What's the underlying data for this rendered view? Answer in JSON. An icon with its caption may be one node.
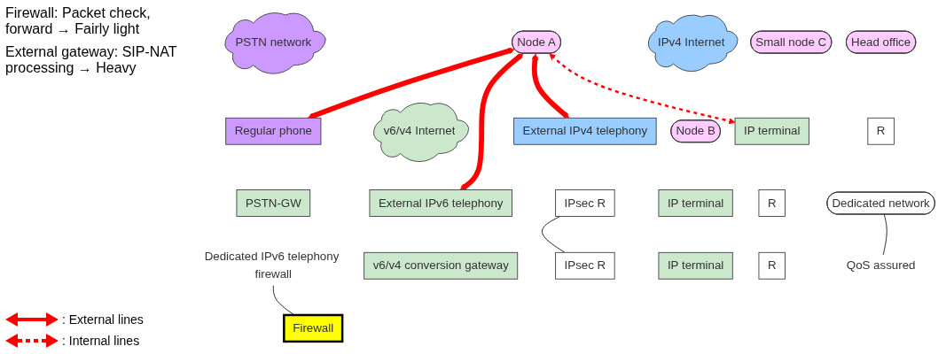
{
  "diagram": {
    "nodes": [
      {
        "text": [
          "PSTN network"
        ]
      },
      {
        "text": [
          "Regular phone"
        ]
      },
      {
        "text": [
          "PSTN-GW"
        ]
      },
      {
        "text": [
          "External IPv6 telephony"
        ]
      },
      {
        "text": [
          "v6/v4 Internet"
        ]
      },
      {
        "text": [
          "v6/v4 conversion gateway"
        ]
      },
      {
        "text": [
          "IPv4 Internet"
        ]
      },
      {
        "text": [
          "External IPv4 telephony"
        ]
      },
      {
        "text": [
          "Firewall"
        ]
      },
      {
        "text": [
          "Dedicated IPv6 telephony firewall"
        ]
      },
      {
        "text": [
          "Head office"
        ]
      },
      {
        "text": [
          "IPsec R"
        ]
      },
      {
        "text": [
          "IPsec R"
        ]
      },
      {
        "text": [
          "Small node C"
        ]
      },
      {
        "text": [
          "IP terminal"
        ]
      },
      {
        "text": [
          "R"
        ]
      },
      {
        "text": [
          "Dedicated network"
        ]
      },
      {
        "text": [
          "R"
        ]
      },
      {
        "text": [
          "R"
        ]
      },
      {
        "text": [
          "QoS assured"
        ]
      },
      {
        "text": [
          "Node A"
        ]
      },
      {
        "text": [
          "Node B"
        ]
      },
      {
        "text": [
          "IP terminal"
        ]
      },
      {
        "text": [
          "IP terminal"
        ]
      }
    ],
    "edges": [
      {
        "from": 20,
        "to": 1,
        "arrow": "both",
        "style": "thick",
        "color": "#ff0000"
      },
      {
        "from": 20,
        "to": 3,
        "arrow": "both",
        "style": "thick",
        "color": "#ff0000"
      },
      {
        "from": 20,
        "to": 7,
        "arrow": "both",
        "style": "thick",
        "color": "#ff0000"
      },
      {
        "from": 20,
        "to": 14,
        "arrow": "both",
        "style": "dashed",
        "color": "#ff0000"
      },
      {
        "from": 9,
        "to": 8,
        "arrow": "none",
        "color": "#000000"
      },
      {
        "from": 19,
        "to": 16,
        "arrow": "none",
        "color": "#000000"
      },
      {
        "from": 11,
        "to": 12,
        "arrow": "none",
        "color": "#000000"
      }
    ],
    "labels": [
      "Firewall: Packet check, forward → Fairly light",
      "External gateway: SIP-NAT processing → Heavy"
    ],
    "legend": [
      {
        "text": ": External lines"
      },
      {
        "text": ": Internal lines"
      }
    ]
  }
}
